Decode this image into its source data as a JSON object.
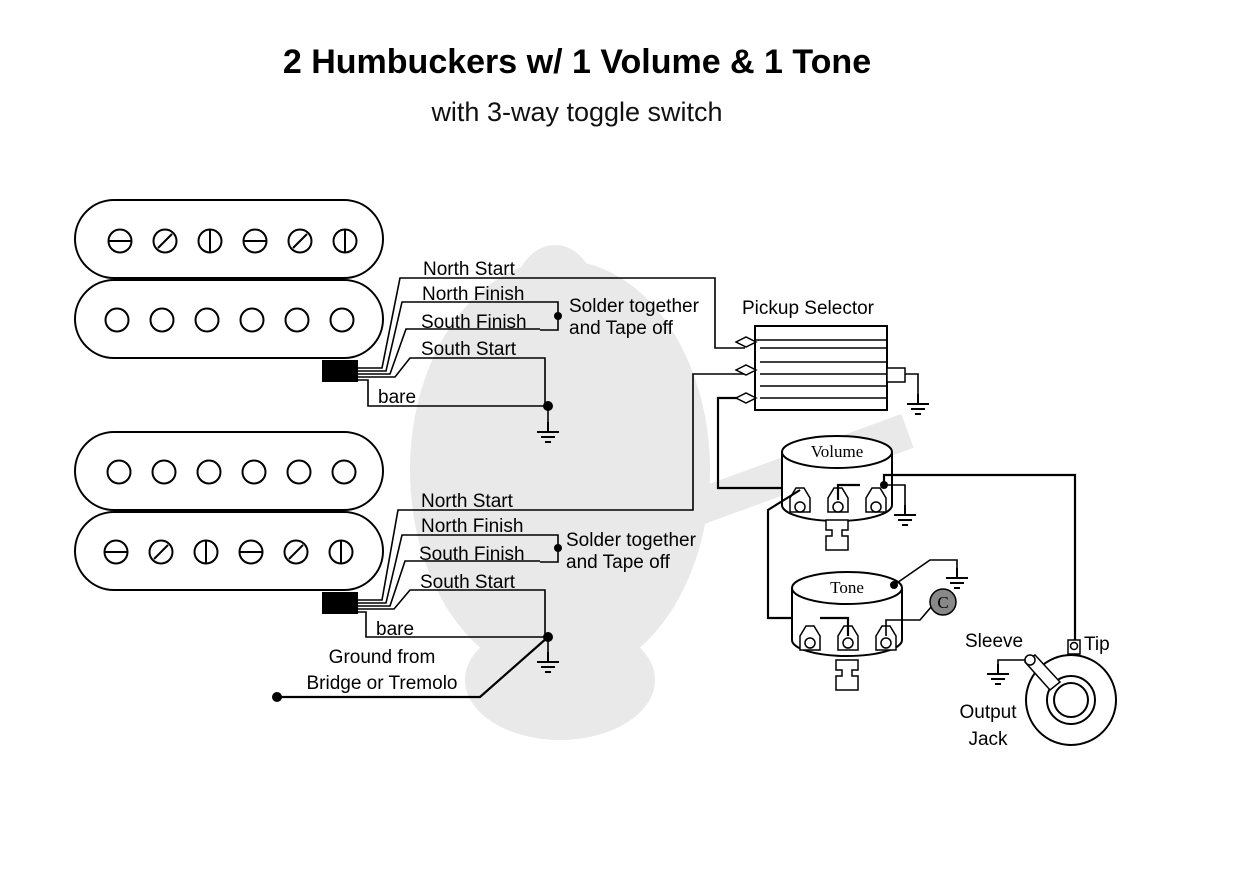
{
  "diagram": {
    "title": "2 Humbuckers w/ 1 Volume & 1 Tone",
    "subtitle": "with 3-way toggle switch"
  },
  "neck_pickup": {
    "wires": {
      "north_start": "North Start",
      "north_finish": "North Finish",
      "south_finish": "South Finish",
      "south_start": "South Start",
      "bare": "bare"
    },
    "note_line1": "Solder together",
    "note_line2": "and Tape off"
  },
  "bridge_pickup": {
    "wires": {
      "north_start": "North Start",
      "north_finish": "North Finish",
      "south_finish": "South Finish",
      "south_start": "South Start",
      "bare": "bare"
    },
    "note_line1": "Solder together",
    "note_line2": "and Tape off"
  },
  "ground_note": {
    "line1": "Ground from",
    "line2": "Bridge or Tremolo"
  },
  "pickup_selector": {
    "label": "Pickup Selector"
  },
  "volume_pot": {
    "label": "Volume"
  },
  "tone_pot": {
    "label": "Tone"
  },
  "capacitor": {
    "label": "C"
  },
  "output_jack": {
    "sleeve": "Sleeve",
    "tip": "Tip",
    "line1": "Output",
    "line2": "Jack"
  }
}
